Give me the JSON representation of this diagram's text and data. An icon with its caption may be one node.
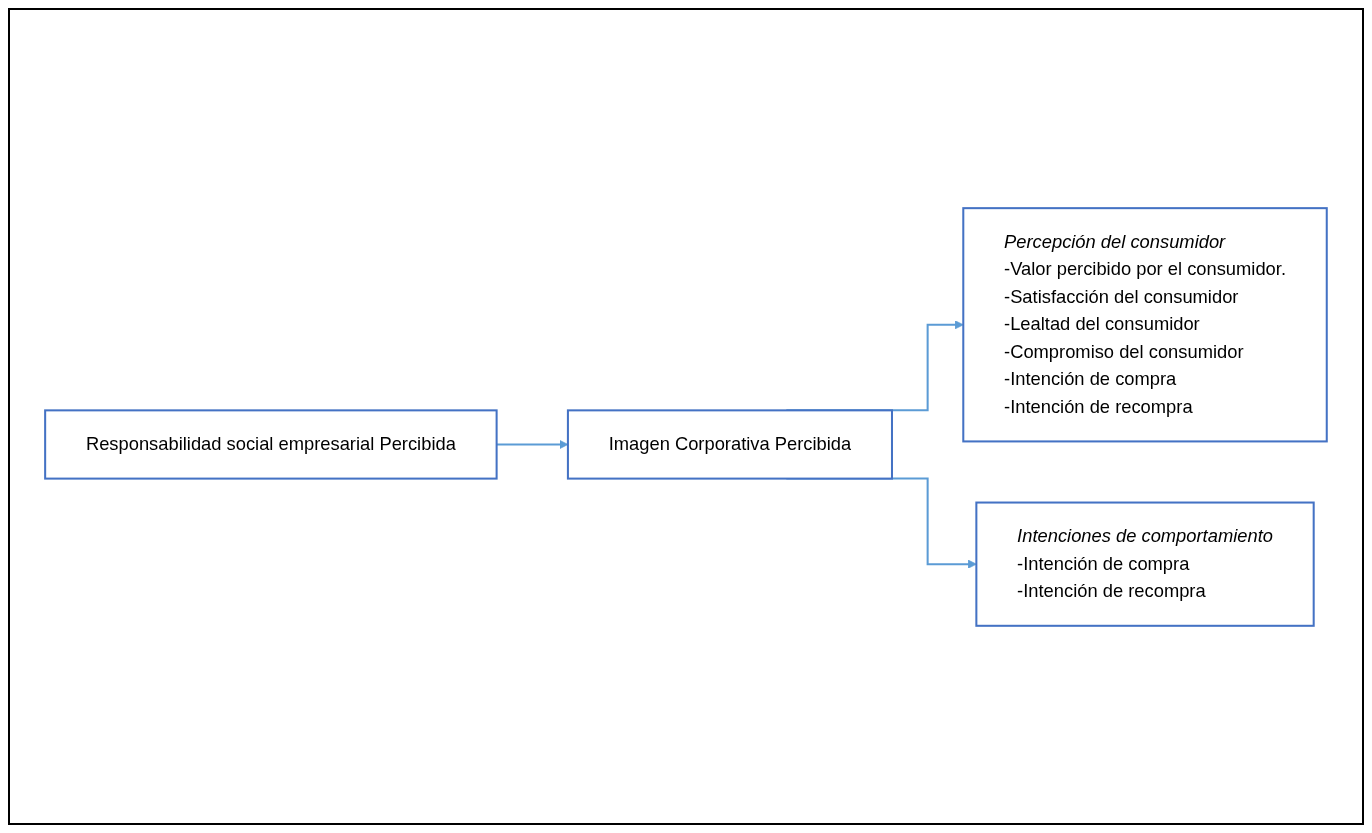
{
  "diagram": {
    "nodes": [
      {
        "text": [
          "Responsabilidad social empresarial Percibida"
        ]
      },
      {
        "text": [
          "Imagen Corporativa Percibida"
        ]
      },
      {
        "text": [
          "Percepción del consumidor",
          "-Valor percibido por el consumidor.",
          "-Satisfacción del consumidor",
          "-Lealtad del consumidor",
          "-Compromiso del consumidor",
          "-Intención de compra",
          "-Intención de recompra"
        ]
      },
      {
        "text": [
          "Intenciones de comportamiento",
          "-Intención de compra",
          "-Intención de recompra"
        ]
      }
    ],
    "edges": [
      {
        "from": 0,
        "to": 1,
        "arrow": "to"
      },
      {
        "from": 1,
        "to": 2,
        "arrow": "to"
      },
      {
        "from": 1,
        "to": 3,
        "arrow": "to"
      }
    ]
  }
}
